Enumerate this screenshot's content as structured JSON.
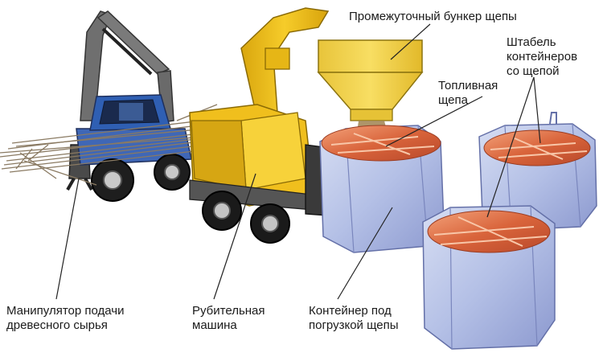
{
  "labels": {
    "hopper": {
      "line1": "Промежуточный бункер щепы"
    },
    "stack": {
      "line1": "Штабель",
      "line2": "контейнеров",
      "line3": "со щепой"
    },
    "fuel_chips": {
      "line1": "Топливная",
      "line2": "щепа"
    },
    "manipulator": {
      "line1": "Манипулятор подачи",
      "line2": "древесного сырья"
    },
    "chipper": {
      "line1": "Рубительная",
      "line2": "машина"
    },
    "container": {
      "line1": "Контейнер под",
      "line2": "погрузкой щепы"
    }
  },
  "colors": {
    "machine_yellow": "#f3c21b",
    "cab_blue": "#2f5fb3",
    "chip_orange": "#e07a4e",
    "bag_blue": "#b7c3e6",
    "hopper_yellow": "#f6d64a"
  }
}
